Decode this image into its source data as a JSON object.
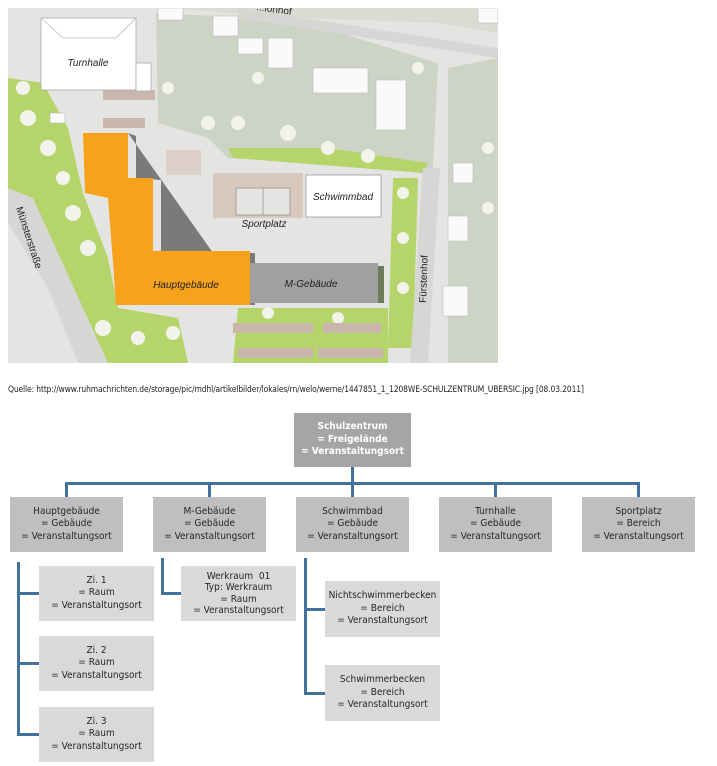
{
  "map": {
    "labels": {
      "turnhalle": "Turnhalle",
      "hauptgebaeude": "Hauptgebäude",
      "m_gebaeude": "M-Gebäude",
      "schwimmbad": "Schwimmbad",
      "sportplatz": "Sportplatz",
      "muensterstrasse": "Münsterstraße",
      "fuerstenhof": "Fürstenhof",
      "top_street": "...lonhof"
    },
    "colors": {
      "hauptgebaeude": "#f7a21b",
      "m_gebaeude": "#a0a0a0",
      "green": "#b5d56a"
    }
  },
  "caption": "Quelle: http://www.ruhmachrichten.de/storage/pic/mdhl/artikelbilder/lokales/rn/welo/werne/1447851_1_1208WE-SCHULZENTRUM_UBERSIC.jpg [08.03.2011]",
  "diagram": {
    "root": [
      "Schulzentrum",
      "= Freigelände",
      "= Veranstaltungsort"
    ],
    "level2": [
      [
        "Hauptgebäude",
        "= Gebäude",
        "= Veranstaltungsort"
      ],
      [
        "M-Gebäude",
        "= Gebäude",
        "= Veranstaltungsort"
      ],
      [
        "Schwimmbad",
        "= Gebäude",
        "= Veranstaltungsort"
      ],
      [
        "Turnhalle",
        "= Gebäude",
        "= Veranstaltungsort"
      ],
      [
        "Sportplatz",
        "= Bereich",
        "= Veranstaltungsort"
      ]
    ],
    "hauptgebaeude_children": [
      [
        "Zi. 1",
        "= Raum",
        "= Veranstaltungsort"
      ],
      [
        "Zi. 2",
        "= Raum",
        "= Veranstaltungsort"
      ],
      [
        "Zi. 3",
        "= Raum",
        "= Veranstaltungsort"
      ]
    ],
    "m_gebaeude_children": [
      [
        "Werkraum  01",
        "Typ: Werkraum",
        "= Raum",
        "= Veranstaltungsort"
      ]
    ],
    "schwimmbad_children": [
      [
        "Nichtschwimmerbecken",
        "= Bereich",
        "= Veranstaltungsort"
      ],
      [
        "Schwimmerbecken",
        "= Bereich",
        "= Veranstaltungsort"
      ]
    ],
    "line_color": "#41719c"
  }
}
